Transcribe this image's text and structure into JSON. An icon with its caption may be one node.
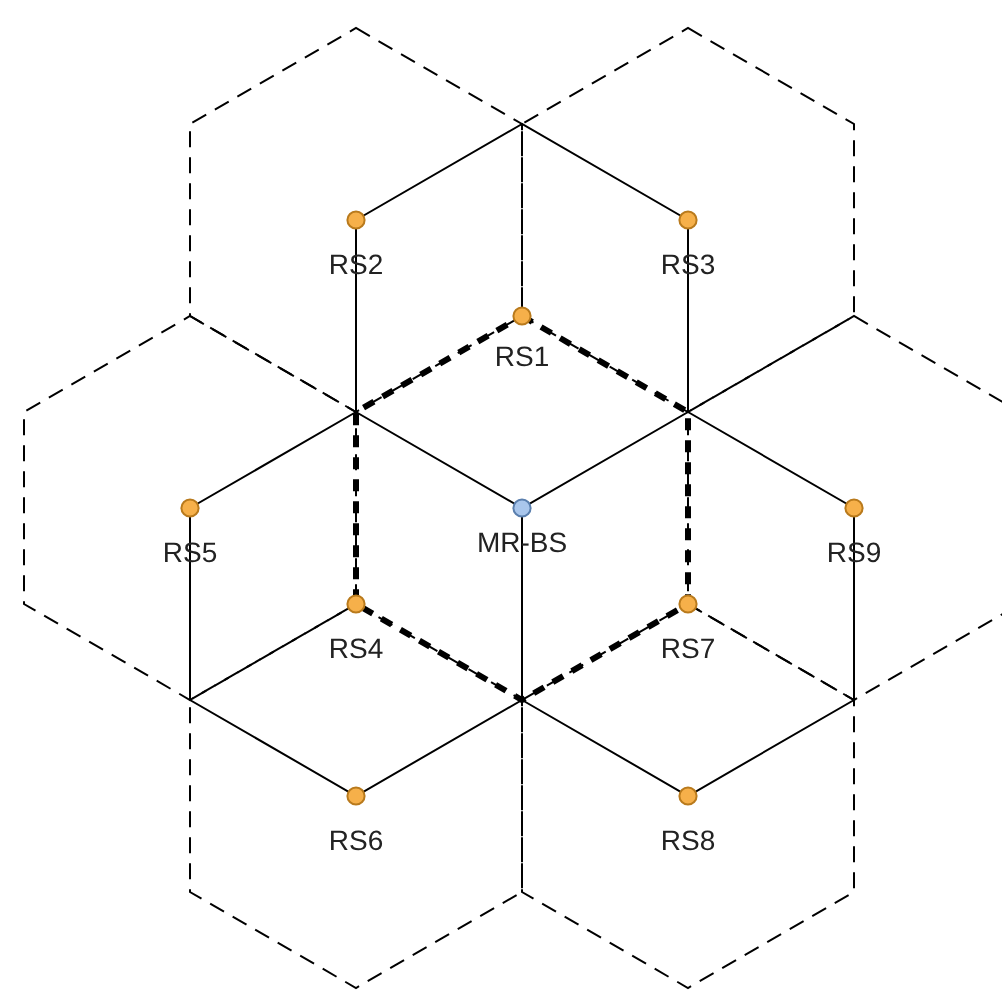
{
  "diagram": {
    "nodes": [
      {
        "text": [
          "RS2"
        ]
      },
      {
        "text": [
          "RS3"
        ]
      },
      {
        "text": [
          "RS1"
        ]
      },
      {
        "text": [
          "RS5"
        ]
      },
      {
        "text": [
          "MR-BS"
        ]
      },
      {
        "text": [
          "RS9"
        ]
      },
      {
        "text": [
          "RS4"
        ]
      },
      {
        "text": [
          "RS7"
        ]
      },
      {
        "text": [
          "RS6"
        ]
      },
      {
        "text": [
          "RS8"
        ]
      }
    ]
  }
}
